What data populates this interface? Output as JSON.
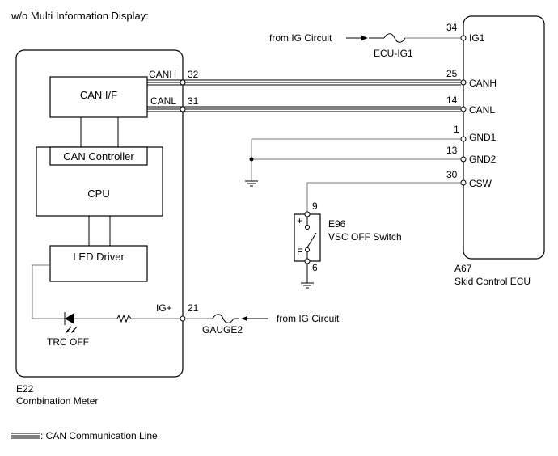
{
  "header": {
    "title": "w/o Multi Information Display:"
  },
  "combination_meter": {
    "connector": "E22",
    "name": "Combination Meter",
    "blocks": {
      "can_if": "CAN I/F",
      "can_controller": "CAN Controller",
      "cpu": "CPU",
      "led_driver": "LED Driver"
    },
    "indicator_label": "TRC OFF",
    "pins": [
      {
        "label": "CANH",
        "number": "32"
      },
      {
        "label": "CANL",
        "number": "31"
      },
      {
        "label": "IG+",
        "number": "21"
      }
    ]
  },
  "skid_control_ecu": {
    "connector": "A67",
    "name": "Skid Control ECU",
    "pins": [
      {
        "label": "IG1",
        "number": "34"
      },
      {
        "label": "CANH",
        "number": "25"
      },
      {
        "label": "CANL",
        "number": "14"
      },
      {
        "label": "GND1",
        "number": "1"
      },
      {
        "label": "GND2",
        "number": "13"
      },
      {
        "label": "CSW",
        "number": "30"
      }
    ]
  },
  "vsc_switch": {
    "connector": "E96",
    "name": "VSC OFF Switch",
    "plus_label": "+",
    "e_label": "E",
    "pin_top": "9",
    "pin_bottom": "6"
  },
  "power": {
    "from_ig_top": "from IG Circuit",
    "fuse_top": "ECU-IG1",
    "from_ig_bottom": "from IG Circuit",
    "fuse_bottom": "GAUGE2"
  },
  "legend": {
    "label": ": CAN Communication Line"
  }
}
